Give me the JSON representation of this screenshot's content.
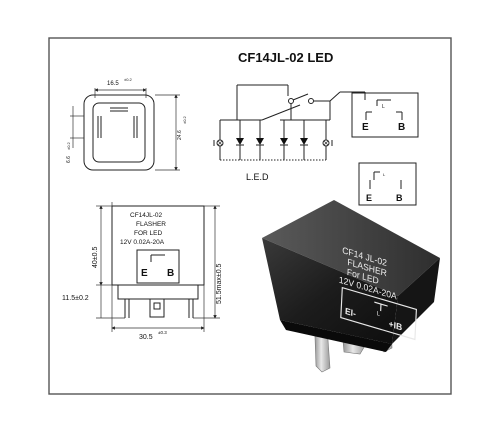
{
  "title": "CF14JL-02 LED",
  "top_view": {
    "dim_width": "16.5",
    "dim_width_tol": "±0.2",
    "dim_height": "24.6",
    "dim_height_tol": "±0.2",
    "dim_pin": "6.6",
    "dim_pin_tol": "±0.2"
  },
  "circuit": {
    "caption": "L.E.D",
    "connector": {
      "top": "L",
      "left": "E",
      "right": "B"
    }
  },
  "connector2": {
    "top": "L",
    "left": "E",
    "right": "B"
  },
  "front_view": {
    "label_line1": "CF14JL-02",
    "label_line2": "FLASHER",
    "label_line3": "FOR LED",
    "label_line4": "12V 0.02A-20A",
    "pin_e": "E",
    "pin_b": "B",
    "dim_left_top": "40±0.5",
    "dim_left_bottom": "11.5±0.2",
    "dim_right": "51.5max±0.5",
    "dim_bottom": "30.5",
    "dim_bottom_tol": "±0.3"
  },
  "photo": {
    "line1": "CF14 JL-02",
    "line2": "FLASHER",
    "line3": "For LED",
    "line4": "12V 0.02A-20A",
    "pin_left": "EI-",
    "pin_right": "+IB",
    "pin_top": "L"
  }
}
